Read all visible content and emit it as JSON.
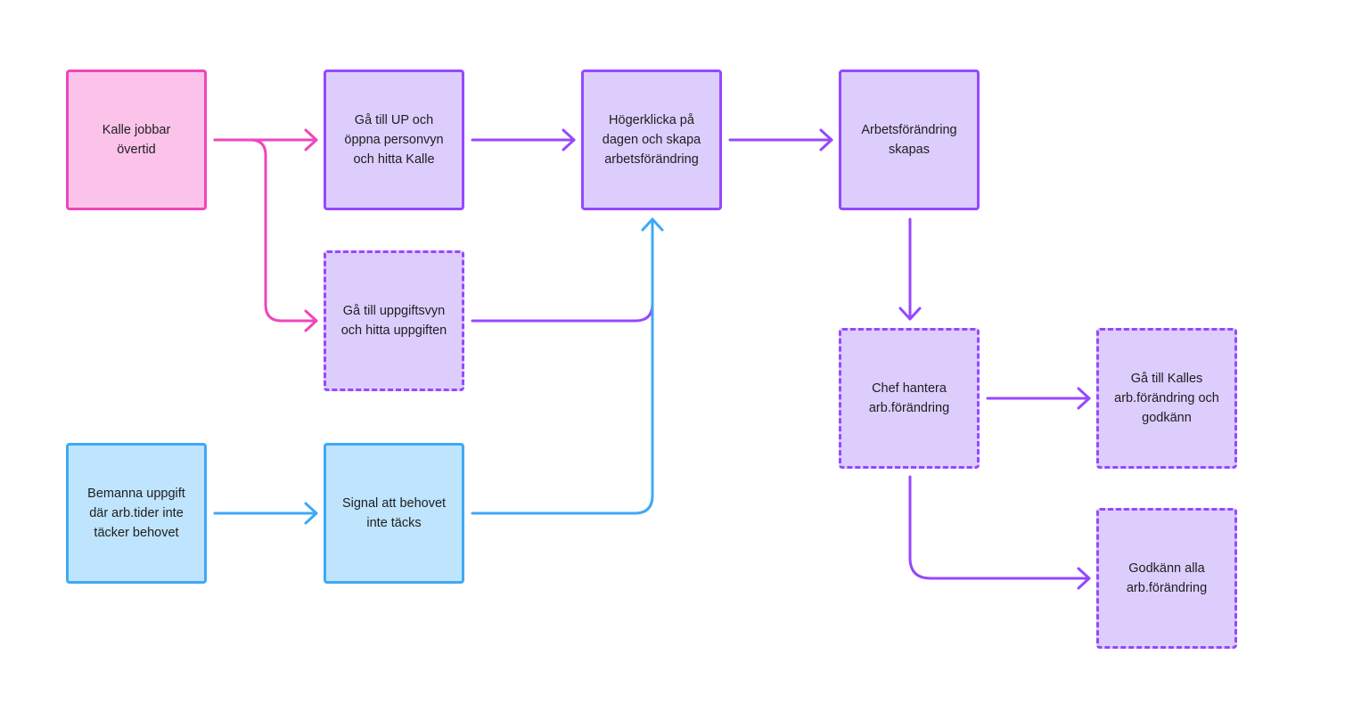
{
  "colors": {
    "pink_fill": "#fbc3ea",
    "pink_stroke": "#ee46bc",
    "purple_fill": "#dccdfd",
    "purple_stroke": "#9747ff",
    "blue_fill": "#bfe4fe",
    "blue_stroke": "#3fa9f5"
  },
  "nodes": {
    "kalle": "Kalle jobbar\növertid",
    "up": "Gå till UP och\nöppna personvyn\noch hitta Kalle",
    "uppgift": "Gå till uppgiftsvyn\noch hitta uppgiften",
    "hoger": "Högerklicka på\ndagen och skapa\narbetsförändring",
    "skapas": "Arbetsförändring\nskapas",
    "chef": "Chef hantera\narb.förändring",
    "kalles": "Gå till Kalles\narb.förändring och\ngodkänn",
    "alla": "Godkänn alla\narb.förändring",
    "bemanna": "Bemanna uppgift\ndär arb.tider inte\ntäcker behovet",
    "signal": "Signal att behovet\ninte täcks"
  }
}
